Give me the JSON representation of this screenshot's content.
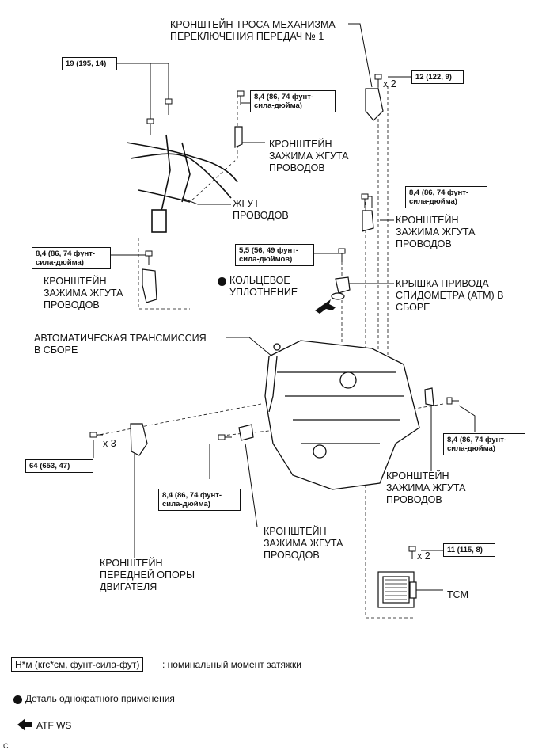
{
  "parts": {
    "bracket_cable_mech": "КРОНШТЕЙН ТРОСА МЕХАНИЗМА\nПЕРЕКЛЮЧЕНИЯ ПЕРЕДАЧ № 1",
    "wire_harness_clamp_bracket": "КРОНШТЕЙН\nЗАЖИМА ЖГУТА\nПРОВОДОВ",
    "wire_harness": "ЖГУТ\nПРОВОДОВ",
    "o_ring": "КОЛЬЦЕВОЕ\nУПЛОТНЕНИЕ",
    "speedometer_cover": "КРЫШКА ПРИВОДА\nСПИДОМЕТРА (ATM) В\nСБОРЕ",
    "transmission": "АВТОМАТИЧЕСКАЯ ТРАНСМИССИЯ\nВ СБОРЕ",
    "engine_mount_bracket": "КРОНШТЕЙН\nПЕРЕДНЕЙ ОПОРЫ\nДВИГАТЕЛЯ",
    "tcm": "TCM"
  },
  "torques": {
    "t19": "19 (195, 14)",
    "t12": "12 (122, 9)",
    "t8_4": "8,4 (86, 74 фунт-\nсила-дюйма)",
    "t5_5": "5,5 (56, 49 фунт-\nсила-дюймов)",
    "t64": "64 (653, 47)",
    "t11": "11 (115, 8)"
  },
  "multipliers": {
    "x2": "x 2",
    "x3": "x 3"
  },
  "legend": {
    "torque_unit": "Н*м (кгс*см, фунт-сила-фут)",
    "torque_desc": ": номинальный момент затяжки",
    "non_reusable": "Деталь однократного применения",
    "atf": "ATF WS"
  },
  "corner_mark": "C"
}
